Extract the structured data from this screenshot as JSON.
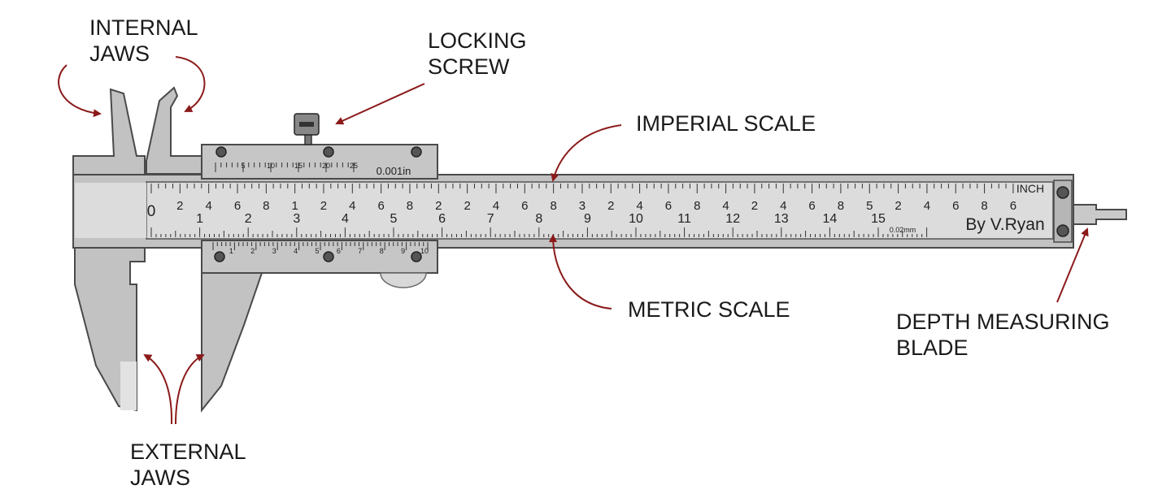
{
  "labels": {
    "internal_jaws": [
      "INTERNAL",
      "JAWS"
    ],
    "locking_screw": [
      "LOCKING",
      "SCREW"
    ],
    "imperial_scale": "IMPERIAL SCALE",
    "metric_scale": "METRIC SCALE",
    "depth_blade": [
      "DEPTH MEASURING",
      "BLADE"
    ],
    "external_jaws": [
      "EXTERNAL",
      "JAWS"
    ]
  },
  "scale": {
    "imperial_tag": "INCH",
    "credit": "By V.Ryan",
    "metric_unit": "0.02mm",
    "vernier_unit": "0.001in",
    "zero": "0",
    "imperial_ticks": [
      "2",
      "4",
      "6",
      "8",
      "1",
      "2",
      "4",
      "6",
      "8",
      "2",
      "2",
      "4",
      "6",
      "8",
      "3",
      "2",
      "4",
      "6",
      "8",
      "4",
      "2",
      "4",
      "6",
      "8",
      "5",
      "2",
      "4",
      "6",
      "8",
      "6"
    ],
    "metric_ticks": [
      "1",
      "2",
      "3",
      "4",
      "5",
      "6",
      "7",
      "8",
      "9",
      "10",
      "11",
      "12",
      "13",
      "14",
      "15"
    ],
    "vernier_top": [
      "5",
      "10",
      "15",
      "20",
      "25"
    ],
    "vernier_bottom": [
      "1",
      "2",
      "3",
      "4",
      "5",
      "6",
      "7",
      "8",
      "9",
      "10"
    ]
  },
  "colors": {
    "body": "#c2c2c2",
    "scale_face": "#dcdcdc",
    "outline": "#4a4a4a",
    "arrow": "#8b1a1a"
  }
}
